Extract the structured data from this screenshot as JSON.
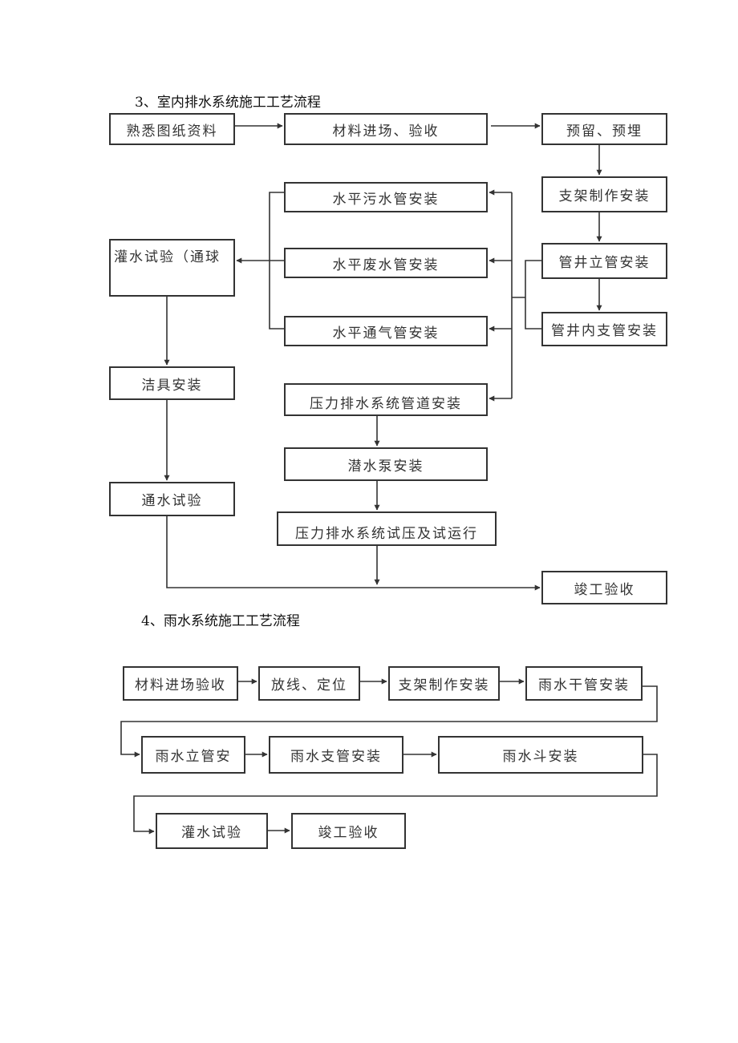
{
  "section3": {
    "heading": "3、室内排水系统施工工艺流程",
    "boxes": {
      "familiarize": "熟悉图纸资料",
      "material_in": "材料进场、验收",
      "reserve": "预留、预埋",
      "bracket": "支架制作安装",
      "horiz_sewage": "水平污水管安装",
      "horiz_waste": "水平废水管安装",
      "horiz_vent": "水平通气管安装",
      "shaft_riser": "管井立管安装",
      "shaft_branch": "管井内支管安装",
      "water_test": "灌水试验（通球",
      "fixtures": "洁具安装",
      "flow_test": "通水试验",
      "pressure_pipe": "压力排水系统管道安装",
      "pump": "潜水泵安装",
      "pressure_test": "压力排水系统试压及试运行",
      "acceptance": "竣工验收"
    }
  },
  "section4": {
    "heading": "4、雨水系统施工工艺流程",
    "boxes": {
      "material": "材料进场验收",
      "setout": "放线、定位",
      "bracket": "支架制作安装",
      "main_pipe": "雨水干管安装",
      "riser": "雨水立管安",
      "branch": "雨水支管安装",
      "hopper": "雨水斗安装",
      "water_test": "灌水试验",
      "acceptance": "竣工验收"
    }
  }
}
